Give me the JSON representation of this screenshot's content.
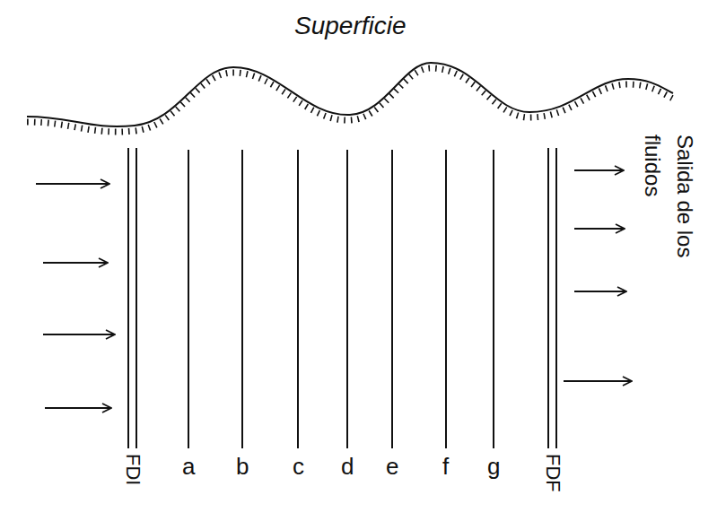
{
  "diagram": {
    "title": "Superficie",
    "labels": [
      "Salida de los fluidos",
      "FDI",
      "a",
      "b",
      "c",
      "d",
      "e",
      "f",
      "g",
      "FDF"
    ]
  }
}
